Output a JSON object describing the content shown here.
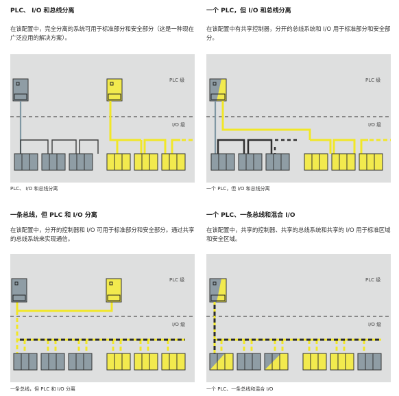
{
  "levels": {
    "plc": "PLC 级",
    "io": "I/O 级"
  },
  "colors": {
    "background": "#dedfdf",
    "standard_module": "#8f9da5",
    "safety_module": "#f2ea4e",
    "standard_bus": "#454545",
    "safety_bus": "#f1e727",
    "std_vertical_line": "#7f97a3",
    "level_line": "#555555"
  },
  "panels": [
    {
      "title": "PLC、 I/O 和总线分离",
      "description": "在该配置中，完全分离的系统可用于标准部分和安全部分（这是一种现在广泛应用的解决方案）。",
      "caption": "PLC、 I/O 和总线分离"
    },
    {
      "title": "一个 PLC，但 I/O 和总线分离",
      "description": "在该配置中有共享控制器，分开的总线系统和 I/O 用于标准部分和安全部分。",
      "caption": "一个 PLC，但 I/O 和总线分离"
    },
    {
      "title": "一条总线，但 PLC 和 I/O 分离",
      "description": "在该配置中，分开的控制器和 I/O 可用于标准部分和安全部分。通过共享的总线系统来实现通信。",
      "caption": "一条总线，但 PLC 和 I/O 分离"
    },
    {
      "title": "一个 PLC、一条总线和混合 I/O",
      "description": "在该配置中，共享的控制器、共享的总线系统和共享的 I/O 用于标准区域和安全区域。",
      "caption": "一个 PLC、一条总线和混合 I/O"
    }
  ]
}
